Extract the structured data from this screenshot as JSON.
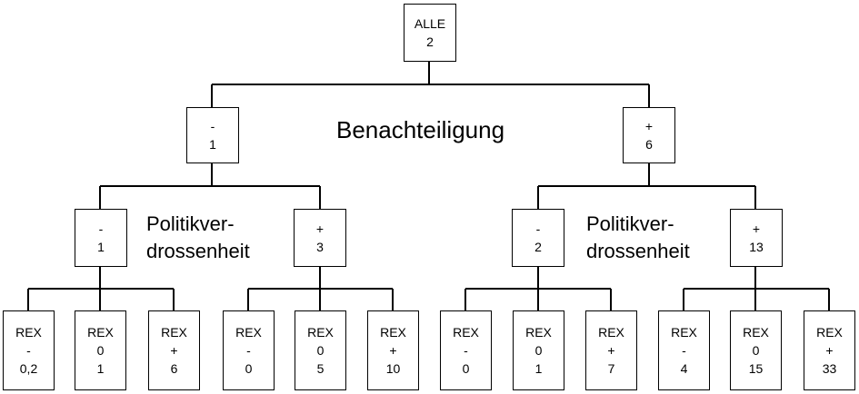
{
  "root": {
    "lines": [
      "ALLE",
      "2"
    ]
  },
  "benachteiligung": {
    "label": "Benachteiligung",
    "groups": [
      {
        "node": [
          "-",
          "1"
        ],
        "politik_label": [
          "Politikver-",
          "drossenheit"
        ],
        "children": [
          {
            "node": [
              "-",
              "1"
            ],
            "rex": [
              [
                "REX",
                "-",
                "0,2"
              ],
              [
                "REX",
                "0",
                "1"
              ],
              [
                "REX",
                "+",
                "6"
              ]
            ]
          },
          {
            "node": [
              "+",
              "3"
            ],
            "rex": [
              [
                "REX",
                "-",
                "0"
              ],
              [
                "REX",
                "0",
                "5"
              ],
              [
                "REX",
                "+",
                "10"
              ]
            ]
          }
        ]
      },
      {
        "node": [
          "+",
          "6"
        ],
        "politik_label": [
          "Politikver-",
          "drossenheit"
        ],
        "children": [
          {
            "node": [
              "-",
              "2"
            ],
            "rex": [
              [
                "REX",
                "-",
                "0"
              ],
              [
                "REX",
                "0",
                "1"
              ],
              [
                "REX",
                "+",
                "7"
              ]
            ]
          },
          {
            "node": [
              "+",
              "13"
            ],
            "rex": [
              [
                "REX",
                "-",
                "4"
              ],
              [
                "REX",
                "0",
                "15"
              ],
              [
                "REX",
                "+",
                "33"
              ]
            ]
          }
        ]
      }
    ]
  }
}
